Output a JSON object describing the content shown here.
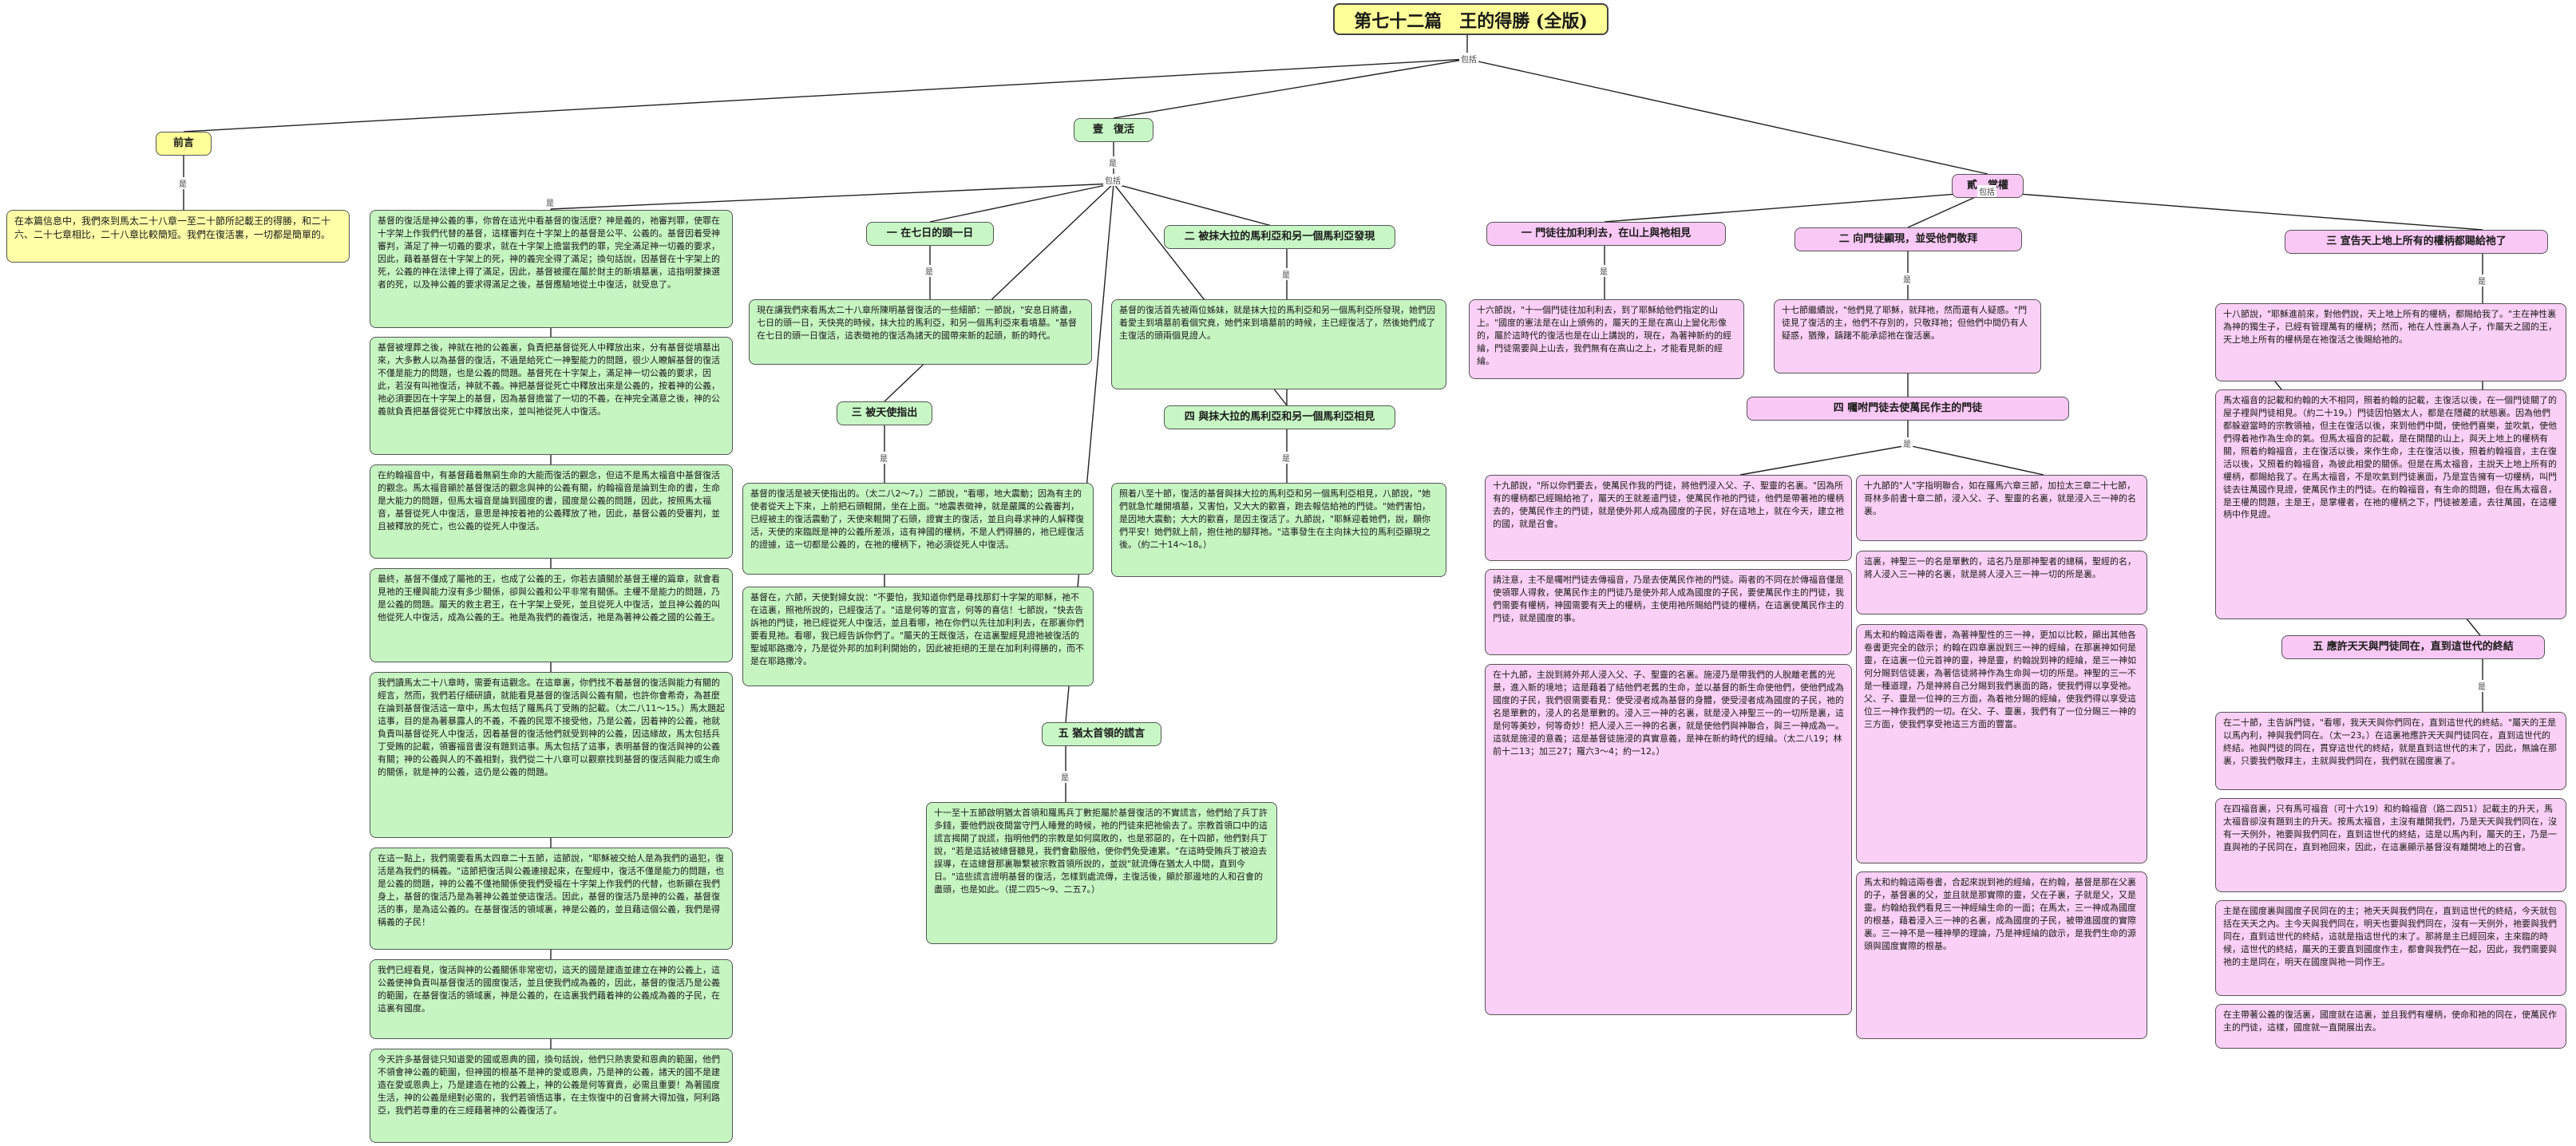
{
  "title": "第七十二篇　王的得勝 (全版)",
  "labels": {
    "includes": "包括",
    "is": "是"
  },
  "sections": {
    "intro": {
      "heading": "前言",
      "text": "在本篇信息中，我們來到馬太二十八章一至二十節所記載王的得勝，和二十六、二十七章相比，二十八章比較簡短。我們在復活裏，一切都是簡單的。"
    },
    "resurrection": {
      "heading": "壹　復活",
      "paragraphs": [
        "基督的復活是神公義的事，你曾在這光中看基督的復活麼？神是義的，祂審判罪，使罪在十字架上作我們代替的基督，這樣審判在十字架上的基督是公平、公義的。基督因着受神審判，滿足了神一切義的要求，就在十字架上擔當我們的罪，完全滿足神一切義的要求，因此，藉着基督在十字架上的死，神的義完全得了滿足；換句話說，因基督在十字架上的死，公義的神在法律上得了滿足，因此，基督被擺在屬於財主的新墳墓裏，這指明蒙揀選者的死，以及神公義的要求得滿足之後，基督應驗地從土中復活，就受息了。",
        "基督被埋葬之後，神就在祂的公義裏，負責把基督從死人中釋放出來，分有基督從墳墓出來，大多數人以為基督的復活，不過是給死亡一神聖能力的問題，很少人瞭解基督的復活不僅是能力的問題，也是公義的問題。基督死在十字架上，滿足神一切公義的要求，因此，若沒有叫祂復活，神就不義。神把基督從死亡中釋放出來是公義的，按着神的公義，祂必須要因在十字架上的基督，因為基督擔當了一切的不義，在神完全滿意之後，神的公義就負責把基督從死亡中釋放出來，並叫祂從死人中復活。",
        "在約翰福音中，有基督藉着無窮生命的大能而復活的觀念，但這不是馬太福音中基督復活的觀念。馬太福音顯於基督復活的觀念與神的公義有關，約翰福音是論到生命的書，生命是大能力的問題，但馬太福音是論到國度的書，國度是公義的問題，因此，按照馬太福音，基督從死人中復活，意思是神按着祂的公義釋放了祂，因此，基督公義的受審判，並且被釋放的死亡，也公義的從死人中復活。",
        "最終，基督不僅成了屬祂的王，也成了公義的王，你若去讀關於基督王權的篇章，就會看見祂的王權與能力沒有多少關係，卻與公義和公平非常有關係。主權不是能力的問題，乃是公義的問題。屬天的救主君王，在十字架上受死，並且從死人中復活，並且神公義的叫他從死人中復活，成為公義的王。祂是為我們的義復活，祂是為著神公義之國的公義王。",
        "我們讀馬太二十八章時，需要有這觀念。在這章裏，你們找不着基督的復活與能力有關的經言，然而，我們若仔細研讀，就能看見基督的復活與公義有關，也許你會希奇，為甚麼在論到基督復活這一章中，馬太包括了羅馬兵丁受賄的記載。（太二八11～15。）馬太題起這事，目的是為著暴露人的不義，不義的民眾不接受他，乃是公義，因着神的公義，祂就負責叫基督從死人中復活，因着基督的復活他們就受到神的公義，因這緣故，馬太包括兵丁受賄的記載，領審福音書沒有題到這事。馬太包括了這事，表明基督的復活與神的公義有關；神的公義與人的不義相對，我們從二十八章可以觀察找到基督的復活與能力或生命的關係，就是神的公義，這仍是公義的問題。",
        "在這一點上，我們需要看馬太四章二十五節，這節說，\"耶穌被交給人是為我們的過犯，復活是為我們的稱義。\"這節把復活與公義連接起來，在聖經中，復活不僅是能力的問題，也是公義的問題，神的公義不僅祂關係使我們受福在十字架上作我們的代替，也新顯在我們身上，基督的復活乃是為著神公義並使這復活。因此，基督的復活乃是神的公義，基督復活的事，是為這公義的。在基督復活的領域裏，神是公義的，並且藉這個公義，我們是得稱義的子民！",
        "我們已經看見，復活與神的公義關係非常密切，這天的國是建造並建立在神的公義上，這公義使神負責叫基督復活的國度復活，並且使我們成為義的，因此，基督的復活乃是公義的範圍，在基督復活的領域裏，神是公義的，在這裏我們藉着神的公義成為義的子民，在這裏有國度。",
        "今天許多基督徒只知道愛的國或恩典的國，換句話說，他們只熱衷愛和恩典的範圍，他們不領會神公義的範圍，但神國的根基不是神的愛或恩典，乃是神的公義，諸天的國不是建造在愛或恩典上，乃是建造在祂的公義上，神的公義是何等寶貴，必需且重要！為著國度生活，神的公義是絕對必需的，我們若領悟這事，在主恢復中的召會將大得加強，阿利路亞，我們若尊重的在三經藉著神的公義復活了。"
      ],
      "sub1": {
        "heading": "一 在七日的頭一日",
        "text": "現在讓我們來看馬太二十八章所陳明基督復活的一些細節：一節說，\"安息日將盡，七日的頭一日，天快亮的時候，抹大拉的馬利亞，和另一個馬利亞來看墳墓。\"基督在七日的頭一日復活，這表徵祂的復活為諸天的國帶來新的起頭，新的時代。"
      },
      "sub2": {
        "heading": "二 被抹大拉的馬利亞和另一個馬利亞發現",
        "text": "基督的復活首先被兩位姊妹，就是抹大拉的馬利亞和另一個馬利亞所發現，她們因着愛主到墳墓前看個究竟，她們來到墳墓前的時候，主已經復活了，然後她們成了主復活的頭兩個見證人。"
      },
      "sub3": {
        "heading": "三 被天使指出",
        "text": "基督的復活是被天使指出的。（太二八2～7。）二節說，\"看哪，地大震動；因為有主的使者從天上下來，上前把石頭輥開，坐在上面。\"地震表徵神，就是嚴厲的公義審判，已經被主的復活震動了，天使來輥開了石頭，證實主的復活，並且向尋求神的人解釋復活，天使的來臨既是神的公義所差派，這有神國的權柄，不是人們得勝的，祂已經復活的證據，這一切都是公義的，在祂的權柄下，祂必須從死人中復活。",
        "text2": "基督在，六節，天使對婦女說：\"不要怕，我知道你們是尋找那釘十字架的耶穌，祂不在這裏，照祂所說的，已經復活了。\"這是何等的宣言，何等的喜信！七節說，\"快去告訴祂的門徒，祂已經從死人中復活，並且看哪，祂在你們以先往加利利去，在那裏你們要看見祂。看哪，我已經告訴你們了。\"屬天的王既復活，在這裏聖經見證祂被復活的聖城耶路撒冷，乃是從外邦的加利利開始的，因此被拒絕的王是在加利利得勝的，而不是在耶路撒冷。"
      },
      "sub4": {
        "heading": "四 與抹大拉的馬利亞和另一個馬利亞相見",
        "text": "照着八至十節，復活的基督與抹大拉的馬利亞和另一個馬利亞相見，八節說，\"她們就急忙離開墳墓，又害怕，又大大的歡喜，跑去報信給祂的門徒。\"她們害怕，是因地大震動；大大的歡喜，是因主復活了。九節說，\"耶穌迎着她們，說，願你們平安！她們就上前，抱住祂的腳拜祂。\"這事發生在主向抹大拉的馬利亞顯現之後。（約二十14～18。）"
      },
      "sub5": {
        "heading": "五 猶太首領的謊言",
        "text": "十一至十五節啟明猶太首領和羅馬兵丁數拒屬於基督復活的不實謊言，他們給了兵丁許多錢，要他們說夜間當守門人睡覺的時候，祂的門徒來把祂偷去了。宗教首領口中的這謊言揭開了說謊，指明他們的宗教是如何腐敗的，也是邪惡的，在十四節，他們對兵丁說，\"若是這話被總督聽見，我們會勸服他，使你們免受連累。\"在這時受賄兵丁被迫去誤導，在這總督那裏聯繫被宗教首領所說的，並說\"就流傳在猶太人中間，直到今日。\"這些謊言證明基督的復活，怎樣到處流傳，主復活後，顯於那邊地的人和召會的盡頭，也是如此。（提二四5～9、二五7。）"
      }
    },
    "commission": {
      "heading": "貳　掌權",
      "sub1": {
        "heading": "一 門徒往加利利去，在山上與祂相見",
        "text": "十六節說，\"十一個門徒往加利利去，到了耶穌給他們指定的山上。\"國度的憲法是在山上頒佈的，屬天的王是在高山上變化形像的，屬於這時代的復活也是在山上講說的，現在，為著神新約的經綸，門徒需要與上山去，我們無有在高山之上，才能看見新的經綸。"
      },
      "sub2": {
        "heading": "二 向門徒顯現，並受他們敬拜",
        "text": "十七節繼續說，\"他們見了耶穌，就拜祂，然而還有人疑惑。\"門徒見了復活的主，他們不存別的，只敬拜祂；但他們中間仍有人疑惑，猶豫，躊躇不能承認祂在復活裏。"
      },
      "sub3": {
        "heading": "三 宣告天上地上所有的權柄都賜給祂了",
        "text": "十八節說，\"耶穌進前來，對他們說，天上地上所有的權柄，都賜給我了。\"主在神性裏為神的獨生子，已經有管理萬有的權柄；然而，祂在人性裏為人子，作屬天之國的王，天上地上所有的權柄是在祂復活之後賜給祂的。",
        "text2": "馬太福音的記載和約翰的大不相同，照着約翰的記載，主復活以後，在一個門徒關了的屋子裡與門徒相見。（約二十19。）門徒因怕猶太人，都是在隱藏的狀態裏。因為他們都躲避當時的宗教領袖，但主在復活以後，來到他們中間，使他們喜樂，並吹氣，使他們得着祂作為生命的氣。但馬太福音的記載，是在開闊的山上，與天上地上的權柄有關，照着約翰福音，主在復活以後，來作生命，主在復活以後，照着約翰福音，主在復活以後，又照着約翰福音，為彼此相愛的關係。但是在馬太福音，主說天上地上所有的權柄，都賜給我了。在馬太福音，不是吹氣到門徒裏面，乃是宣告擁有一切權柄，叫門徒去往萬國作見證，使萬民作主的門徒。在約翰福音，有生命的問題，但在馬太福音，是王權的問題，主是王，是掌權者，在祂的權柄之下，門徒被差遣，去往萬國，在這權柄中作見證。"
      },
      "sub4": {
        "heading": "四 囑咐門徒去使萬民作主的門徒",
        "text": "十九節說，\"所以你們要去，使萬民作我的門徒，將他們浸入父、子、聖靈的名裏。\"因為所有的權柄都已經賜給祂了，屬天的王就差遣門徒，使萬民作祂的門徒，他們是帶著祂的權柄去的，使萬民作主的門徒，就是使外邦人成為國度的子民，好在這地上，就在今天，建立祂的國，就是召會。",
        "text2": "十九節的\"人\"字指明聯合，如在羅馬六章三節，加拉太三章二十七節，哥林多前書十章二節，浸入父、子、聖靈的名裏，就是浸入三一神的名裏。",
        "text3": "請注意，主不是囑咐門徒去傳福音，乃是去使萬民作祂的門徒。兩者的不同在於傳福音僅是使領罪人得救，使萬民作主的門徒乃是使外邦人成為國度的子民，要使萬民作主的門徒，我們需要有權柄，神國需要有天上的權柄，主使用祂所賜給門徒的權柄，在這裏使萬民作主的門徒，就是國度的事。",
        "text4": "這裏，神聖三一的名是單數的，這名乃是那神聖者的總稱，聖經的名，將人浸入三一神的名裏，就是將人浸入三一神一切的所是裏。",
        "text5": "在十九節，主說到將外邦人浸入父、子、聖靈的名裏。施浸乃是帶我們的人脫離老舊的光景，進入新的境地；這是藉着了結他們老舊的生命，並以基督的新生命使他們，使他們成為國度的子民，我們很需要看見：使受浸者成為基督的身體，使受浸者成為國度的子民，祂的名是單數的，浸人的名是單數的。浸入三一神的名裏，就是浸入神聖三一的一切所是裏，這是何等美妙，何等奇妙！把人浸入三一神的名裏，就是使他們與神聯合，與三一神成為一。這就是施浸的意義；這是基督徒施浸的真實意義，是神在新約時代的經綸。（太二八19；林前十二13；加三27；羅六3～4；約一12。）",
        "text6": "馬太和約翰這兩卷書，為著神聖性的三一神，更加以比較，顯出其他各卷書更完全的啟示；約翰在四章裏說到三一神的經綸，在那裏神如何是靈，在這裏一位元首神的靈，神是靈，約翰說到神的經綸，是三一神如何分賜到信徒裏，為著信徒將神作為生命與一切的所是。神聖的三一不是一種道理，乃是神將自己分賜到我們裏面的路，使我們得以享受祂。父、子、靈是一位神的三方面，為着祂分賜的經綸，使我們得以享受這位三一神作我們的一切。在父、子、靈裏，我們有了一位分賜三一神的三方面，使我們享受祂這三方面的豐富。",
        "text7": "馬太和約翰這兩卷書，合起來說到祂的經綸，在約翰，基督是那在父裏的子，基督裏的父，並且就是那實際的靈，父在子裏，子就是父，又是靈。約翰給我們看見三一神經綸生命的一面；在馬太，三一神成為國度的根基，藉着浸入三一神的名裏，成為國度的子民，被帶進國度的實際裏。三一神不是一種神學的理論，乃是神經綸的啟示，是我們生命的源頭與國度實際的根基。"
      },
      "sub5": {
        "heading": "五 應許天天與門徒同在，直到這世代的終結",
        "text": "在二十節，主告訴門徒，\"看哪，我天天與你們同在，直到這世代的終結。\"屬天的王是以馬內利，神與我們同在。（太一23。）在這裏祂應許天天與門徒同在，直到這世代的終結。祂與門徒的同在，貫穿這世代的終結，就是直到這世代的末了，因此，無論在那裏，只要我們敬拜主，主就與我們同在，我們就在國度裏了。",
        "text2": "在四福音裏，只有馬可福音（可十六19）和約翰福音（路二四51）記載主的升天，馬太福音卻沒有題到主的升天。按馬太福音，主沒有離開我們，乃是天天與我們同在，沒有一天例外，祂要與我們同在，直到這世代的終結，這是以馬內利，屬天的王，乃是一直與祂的子民同在，直到祂回來，因此，在這裏顯示基督沒有離開地上的召會。",
        "text3": "主是在國度裏與國度子民同在的主；祂天天與我們同在，直到這世代的終結，今天就包括在天天之內。主今天與我們同在，明天也要與我們同在，沒有一天例外，祂要與我們同在，直到這世代的終結，這就是指這世代的末了。那將是主已經回來，主來臨的時候，這世代的終結，屬天的王要直到國度作主，都會與我們在一起，因此，我們需要與祂的主是同在，明天在國度與祂一同作王。",
        "text4": "在主帶著公義的復活裏，國度就在這裏，並且我們有權柄，使命和祂的同在，使萬民作主的門徒，這樣，國度就一直開展出去。"
      }
    }
  }
}
